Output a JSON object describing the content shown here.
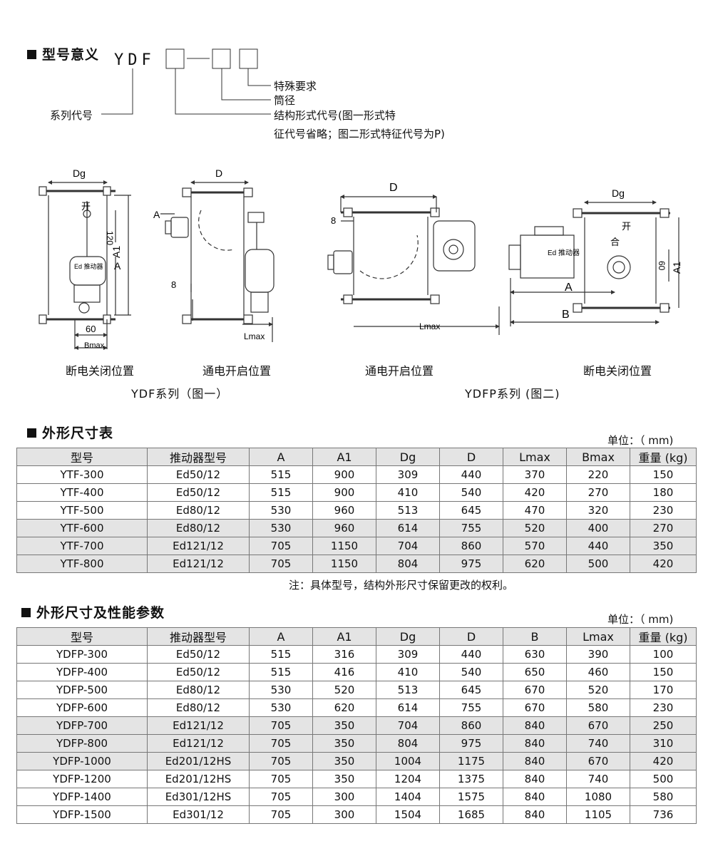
{
  "meaning": {
    "title": "型号意义",
    "code": "YDF",
    "sep": "—",
    "label_special": "特殊要求",
    "label_diameter": "筒径",
    "label_series": "系列代号",
    "label_struct_1": "结构形式代号(图一形式特",
    "label_struct_2": "征代号省略；图二形式特征代号为P)"
  },
  "figures": {
    "labels": {
      "Dg": "Dg",
      "D": "D",
      "A": "A",
      "A1": "A1",
      "B": "B",
      "n120": "120",
      "n60": "60",
      "n8": "8",
      "Lmax": "Lmax",
      "Bmax": "Bmax",
      "kai": "开",
      "he": "合",
      "ed": "Ed 推动器"
    },
    "cap_off1": "断电关闭位置",
    "cap_on1": "通电开启位置",
    "cap_on2": "通电开启位置",
    "cap_off2": "断电关闭位置",
    "series1": "YDF系列（图一）",
    "series2": "YDFP系列 (图二)"
  },
  "table1": {
    "title": "外形尺寸表",
    "unit": "单位：（ mm)",
    "headers": [
      "型号",
      "推动器型号",
      "A",
      "A1",
      "Dg",
      "D",
      "Lmax",
      "Bmax",
      "重量 (kg)"
    ],
    "rows": [
      [
        "YTF-300",
        "Ed50/12",
        "515",
        "900",
        "309",
        "440",
        "370",
        "220",
        "150"
      ],
      [
        "YTF-400",
        "Ed50/12",
        "515",
        "900",
        "410",
        "540",
        "420",
        "270",
        "180"
      ],
      [
        "YTF-500",
        "Ed80/12",
        "530",
        "960",
        "513",
        "645",
        "470",
        "320",
        "230"
      ],
      [
        "YTF-600",
        "Ed80/12",
        "530",
        "960",
        "614",
        "755",
        "520",
        "400",
        "270"
      ],
      [
        "YTF-700",
        "Ed121/12",
        "705",
        "1150",
        "704",
        "860",
        "570",
        "440",
        "350"
      ],
      [
        "YTF-800",
        "Ed121/12",
        "705",
        "1150",
        "804",
        "975",
        "620",
        "500",
        "420"
      ]
    ],
    "note": "注：具体型号，结构外形尺寸保留更改的权利。"
  },
  "table2": {
    "title": "外形尺寸及性能参数",
    "unit": "单位：（ mm)",
    "headers": [
      "型号",
      "推动器型号",
      "A",
      "A1",
      "Dg",
      "D",
      "B",
      "Lmax",
      "重量 (kg)"
    ],
    "rows": [
      [
        "YDFP-300",
        "Ed50/12",
        "515",
        "316",
        "309",
        "440",
        "630",
        "390",
        "100"
      ],
      [
        "YDFP-400",
        "Ed50/12",
        "515",
        "416",
        "410",
        "540",
        "650",
        "460",
        "150"
      ],
      [
        "YDFP-500",
        "Ed80/12",
        "530",
        "520",
        "513",
        "645",
        "670",
        "520",
        "170"
      ],
      [
        "YDFP-600",
        "Ed80/12",
        "530",
        "620",
        "614",
        "755",
        "670",
        "580",
        "230"
      ],
      [
        "YDFP-700",
        "Ed121/12",
        "705",
        "350",
        "704",
        "860",
        "840",
        "670",
        "250"
      ],
      [
        "YDFP-800",
        "Ed121/12",
        "705",
        "350",
        "804",
        "975",
        "840",
        "740",
        "310"
      ],
      [
        "YDFP-1000",
        "Ed201/12HS",
        "705",
        "350",
        "1004",
        "1175",
        "840",
        "670",
        "420"
      ],
      [
        "YDFP-1200",
        "Ed201/12HS",
        "705",
        "350",
        "1204",
        "1375",
        "840",
        "740",
        "500"
      ],
      [
        "YDFP-1400",
        "Ed301/12HS",
        "705",
        "300",
        "1404",
        "1575",
        "840",
        "1080",
        "580"
      ],
      [
        "YDFP-1500",
        "Ed301/12",
        "705",
        "300",
        "1504",
        "1685",
        "840",
        "1105",
        "736"
      ]
    ]
  }
}
